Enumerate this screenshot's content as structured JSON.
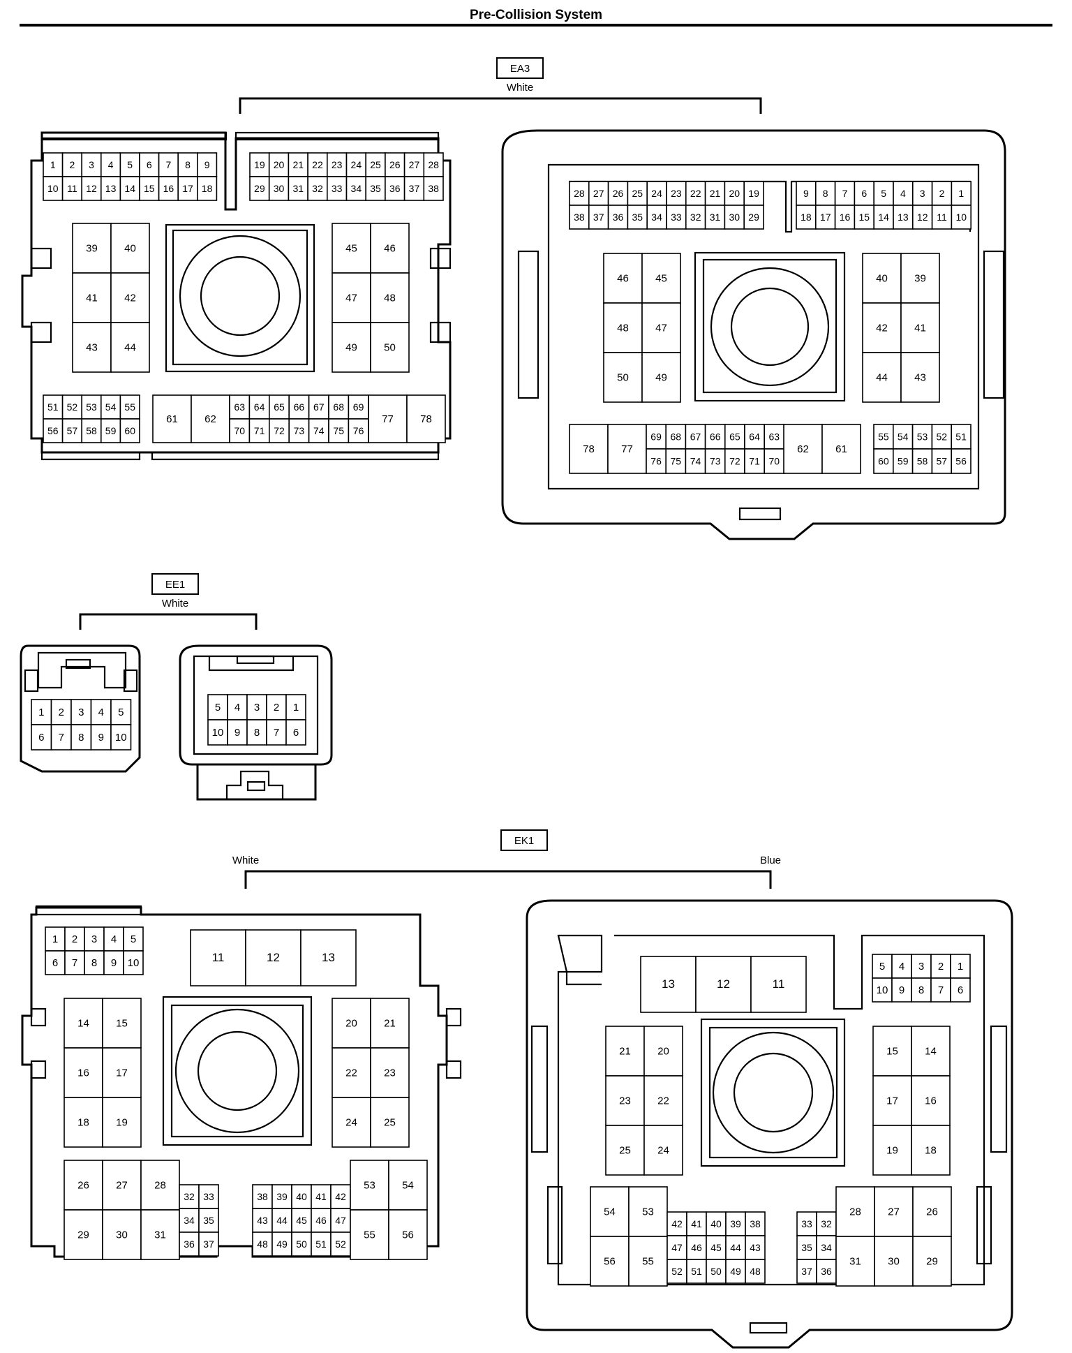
{
  "page": {
    "title": "Pre-Collision System"
  },
  "connectors": {
    "ea3": {
      "code": "EA3",
      "color": "White"
    },
    "ee1": {
      "code": "EE1",
      "color": "White"
    },
    "ek1": {
      "code": "EK1",
      "left_color": "White",
      "right_color": "Blue"
    }
  },
  "pins": {
    "ea3_l_top_a": [
      "1",
      "2",
      "3",
      "4",
      "5",
      "6",
      "7",
      "8",
      "9"
    ],
    "ea3_l_top_b": [
      "10",
      "11",
      "12",
      "13",
      "14",
      "15",
      "16",
      "17",
      "18"
    ],
    "ea3_l_top_c": [
      "19",
      "20",
      "21",
      "22",
      "23",
      "24",
      "25",
      "26",
      "27",
      "28"
    ],
    "ea3_l_top_d": [
      "29",
      "30",
      "31",
      "32",
      "33",
      "34",
      "35",
      "36",
      "37",
      "38"
    ],
    "ea3_l_blk_l": [
      "39",
      "40",
      "41",
      "42",
      "43",
      "44"
    ],
    "ea3_l_blk_r": [
      "45",
      "46",
      "47",
      "48",
      "49",
      "50"
    ],
    "ea3_l_bot_a": [
      "51",
      "52",
      "53",
      "54",
      "55"
    ],
    "ea3_l_bot_b": [
      "56",
      "57",
      "58",
      "59",
      "60"
    ],
    "ea3_l_big_a": [
      "61",
      "62"
    ],
    "ea3_l_mid_a": [
      "63",
      "64",
      "65",
      "66",
      "67",
      "68",
      "69"
    ],
    "ea3_l_mid_b": [
      "70",
      "71",
      "72",
      "73",
      "74",
      "75",
      "76"
    ],
    "ea3_l_big_b": [
      "77",
      "78"
    ],
    "ea3_r_top_a": [
      "28",
      "27",
      "26",
      "25",
      "24",
      "23",
      "22",
      "21",
      "20",
      "19"
    ],
    "ea3_r_top_b": [
      "38",
      "37",
      "36",
      "35",
      "34",
      "33",
      "32",
      "31",
      "30",
      "29"
    ],
    "ea3_r_top_c": [
      "9",
      "8",
      "7",
      "6",
      "5",
      "4",
      "3",
      "2",
      "1"
    ],
    "ea3_r_top_d": [
      "18",
      "17",
      "16",
      "15",
      "14",
      "13",
      "12",
      "11",
      "10"
    ],
    "ea3_r_blk_l": [
      "46",
      "45",
      "48",
      "47",
      "50",
      "49"
    ],
    "ea3_r_blk_r": [
      "40",
      "39",
      "42",
      "41",
      "44",
      "43"
    ],
    "ea3_r_big_a": [
      "78",
      "77"
    ],
    "ea3_r_mid_a": [
      "69",
      "68",
      "67",
      "66",
      "65",
      "64",
      "63"
    ],
    "ea3_r_mid_b": [
      "76",
      "75",
      "74",
      "73",
      "72",
      "71",
      "70"
    ],
    "ea3_r_big_b": [
      "62",
      "61"
    ],
    "ea3_r_bot_a": [
      "55",
      "54",
      "53",
      "52",
      "51"
    ],
    "ea3_r_bot_b": [
      "60",
      "59",
      "58",
      "57",
      "56"
    ],
    "ee1_l_a": [
      "1",
      "2",
      "3",
      "4",
      "5"
    ],
    "ee1_l_b": [
      "6",
      "7",
      "8",
      "9",
      "10"
    ],
    "ee1_r_a": [
      "5",
      "4",
      "3",
      "2",
      "1"
    ],
    "ee1_r_b": [
      "10",
      "9",
      "8",
      "7",
      "6"
    ],
    "ek1_l_top_a": [
      "1",
      "2",
      "3",
      "4",
      "5"
    ],
    "ek1_l_top_b": [
      "6",
      "7",
      "8",
      "9",
      "10"
    ],
    "ek1_l_top_big": [
      "11",
      "12",
      "13"
    ],
    "ek1_l_blk_l": [
      "14",
      "15",
      "16",
      "17",
      "18",
      "19"
    ],
    "ek1_l_blk_r": [
      "20",
      "21",
      "22",
      "23",
      "24",
      "25"
    ],
    "ek1_l_bl_big": [
      "26",
      "27",
      "28",
      "29",
      "30",
      "31"
    ],
    "ek1_l_bl_small": [
      "32",
      "33",
      "34",
      "35",
      "36",
      "37"
    ],
    "ek1_l_bm_small": [
      "38",
      "39",
      "40",
      "41",
      "42",
      "43",
      "44",
      "45",
      "46",
      "47",
      "48",
      "49",
      "50",
      "51",
      "52"
    ],
    "ek1_l_br_big": [
      "53",
      "54",
      "55",
      "56"
    ],
    "ek1_r_top_big": [
      "13",
      "12",
      "11"
    ],
    "ek1_r_top_a": [
      "5",
      "4",
      "3",
      "2",
      "1"
    ],
    "ek1_r_top_b": [
      "10",
      "9",
      "8",
      "7",
      "6"
    ],
    "ek1_r_blk_l": [
      "21",
      "20",
      "23",
      "22",
      "25",
      "24"
    ],
    "ek1_r_blk_r": [
      "15",
      "14",
      "17",
      "16",
      "19",
      "18"
    ],
    "ek1_r_bl_big": [
      "54",
      "53",
      "56",
      "55"
    ],
    "ek1_r_bm_small": [
      "42",
      "41",
      "40",
      "39",
      "38",
      "47",
      "46",
      "45",
      "44",
      "43",
      "52",
      "51",
      "50",
      "49",
      "48"
    ],
    "ek1_r_br_small": [
      "33",
      "32",
      "35",
      "34",
      "37",
      "36"
    ],
    "ek1_r_br_big": [
      "28",
      "27",
      "26",
      "31",
      "30",
      "29"
    ]
  }
}
